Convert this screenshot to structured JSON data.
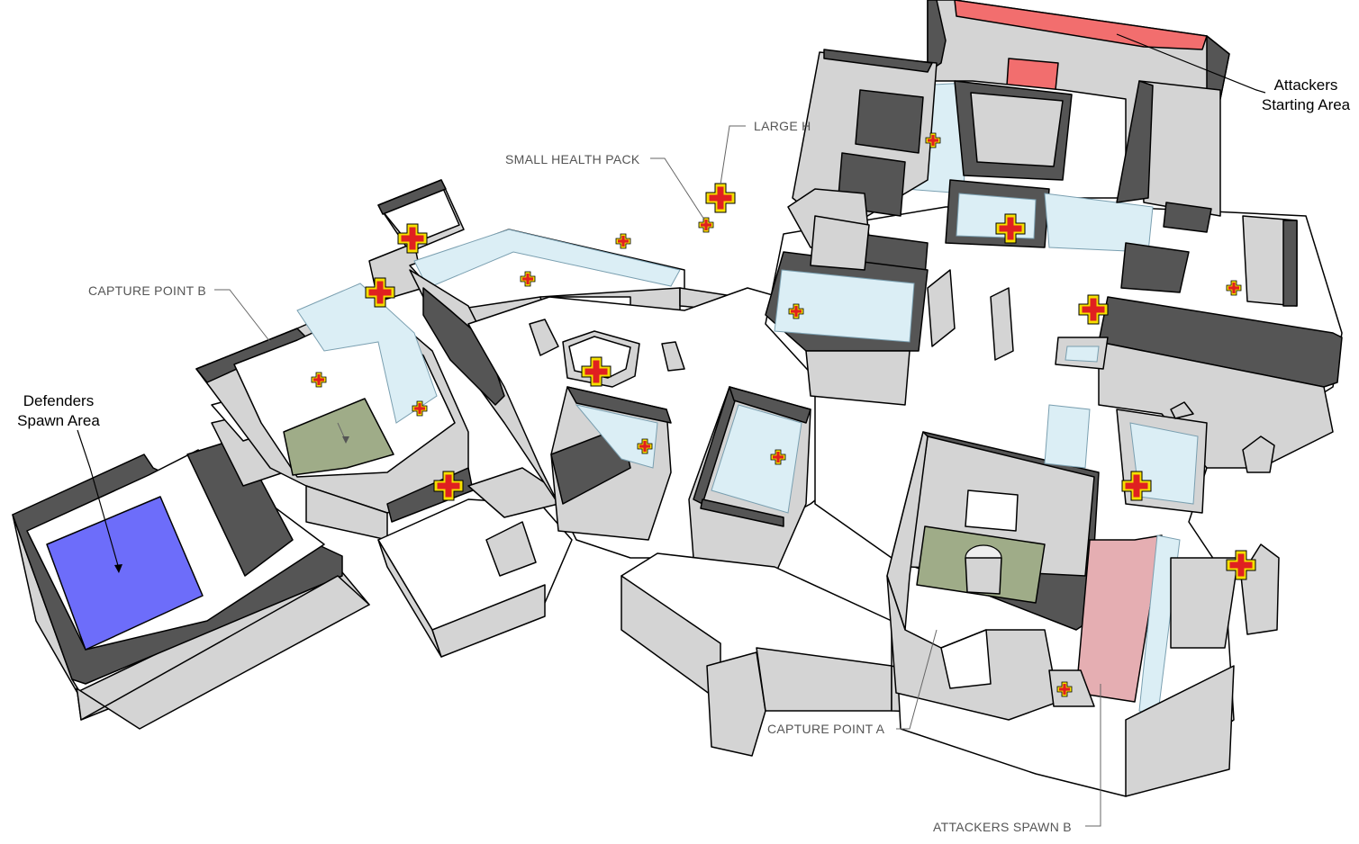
{
  "labels": {
    "large_health_pack": "LARGE H",
    "small_health_pack": "SMALL HEALTH PACK",
    "capture_point_b": "CAPTURE POINT B",
    "capture_point_a": "CAPTURE POINT A",
    "attackers_spawn_b": "ATTACKERS SPAWN B",
    "defenders_spawn_line1": "Defenders",
    "defenders_spawn_line2": "Spawn Area",
    "attackers_start_line1": "Attackers",
    "attackers_start_line2": "Starting Area"
  },
  "colors": {
    "defenders_spawn": "#6d6dfa",
    "attackers_start": "#f26e6e",
    "attackers_spawn_b": "#e5aeb2",
    "capture_point": "#9fac88",
    "glass": "#dbeef5",
    "wall_light": "#d4d4d4",
    "wall_dark": "#555555",
    "health_pack_fill": "#e02020",
    "health_pack_outline": "#f5e000"
  },
  "icons": {
    "health_pack": "health-cross-icon"
  }
}
